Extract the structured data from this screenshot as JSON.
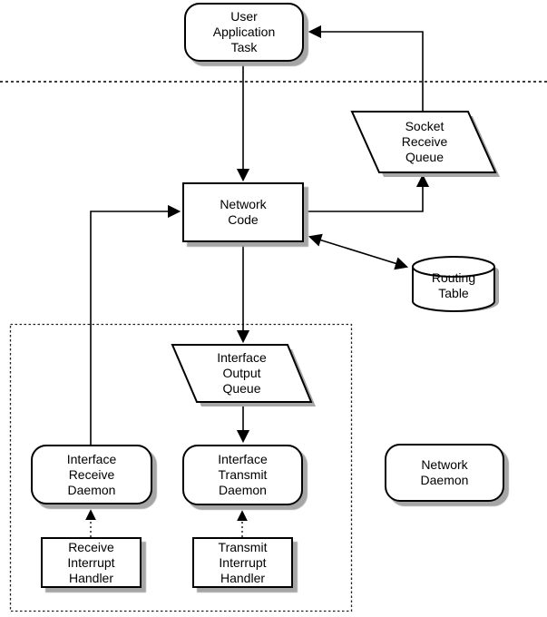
{
  "diagram": {
    "kind": "flowchart",
    "description": "Network stack data flow diagram"
  },
  "colors": {
    "stroke": "#000000",
    "fill": "#ffffff",
    "shadow": "#a6a6a6",
    "background": "#ffffff",
    "boundary_dotted": "#222222"
  },
  "nodes": {
    "user_application_task": "User\nApplication\nTask",
    "socket_receive_queue": "Socket\nReceive\nQueue",
    "network_code": "Network\nCode",
    "routing_table": "Routing\nTable",
    "interface_output_queue": "Interface\nOutput\nQueue",
    "interface_receive_daemon": "Interface\nReceive\nDaemon",
    "interface_transmit_daemon": "Interface\nTransmit\nDaemon",
    "network_daemon": "Network\nDaemon",
    "receive_interrupt_handler": "Receive\nInterrupt\nHandler",
    "transmit_interrupt_handler": "Transmit\nInterrupt\nHandler"
  },
  "connections": [
    {
      "from": "user_application_task",
      "to": "network_code",
      "style": "solid",
      "direction": "one-way"
    },
    {
      "from": "socket_receive_queue",
      "to": "user_application_task",
      "style": "solid",
      "direction": "one-way"
    },
    {
      "from": "network_code",
      "to": "socket_receive_queue",
      "style": "solid",
      "direction": "one-way"
    },
    {
      "from": "interface_receive_daemon",
      "to": "network_code",
      "style": "solid",
      "direction": "one-way"
    },
    {
      "from": "network_code",
      "to": "routing_table",
      "style": "solid",
      "direction": "two-way"
    },
    {
      "from": "network_code",
      "to": "interface_output_queue",
      "style": "solid",
      "direction": "one-way"
    },
    {
      "from": "interface_output_queue",
      "to": "interface_transmit_daemon",
      "style": "solid",
      "direction": "one-way"
    },
    {
      "from": "receive_interrupt_handler",
      "to": "interface_receive_daemon",
      "style": "dotted",
      "direction": "one-way"
    },
    {
      "from": "transmit_interrupt_handler",
      "to": "interface_transmit_daemon",
      "style": "dotted",
      "direction": "one-way"
    }
  ],
  "boundaries": {
    "user_kernel_separator": "dotted horizontal line",
    "driver_box": "dotted rectangle enclosing interface daemons and interrupt handlers"
  }
}
